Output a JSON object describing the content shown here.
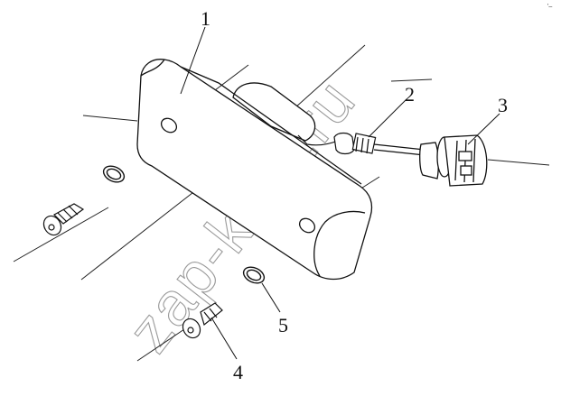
{
  "watermark": "zap-kam.ru",
  "corner_mark": "'–",
  "callouts": {
    "c1": "1",
    "c2": "2",
    "c3": "3",
    "c4": "4",
    "c5": "5"
  }
}
